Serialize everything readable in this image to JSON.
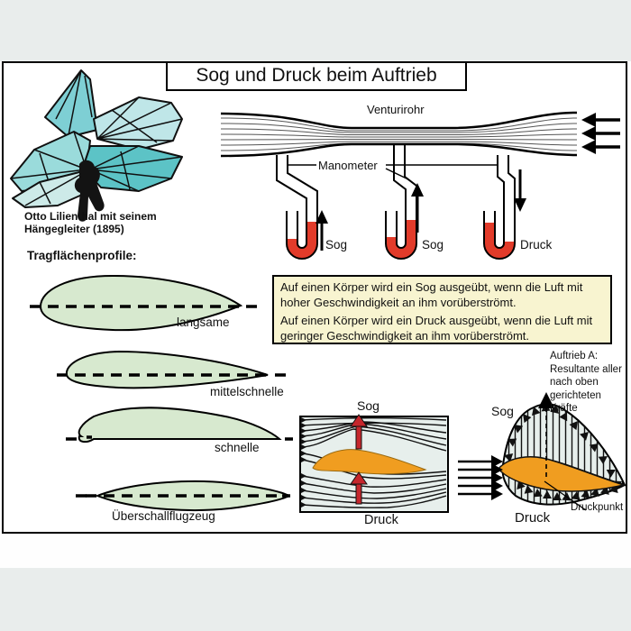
{
  "title": "Sog und Druck beim Auftrieb",
  "lilienthal": {
    "caption_line1": "Otto Lilienthal mit seinem",
    "caption_line2": "Hängegleiter (1895)"
  },
  "venturi": {
    "label": "Venturirohr",
    "manometer_label": "Manometer",
    "gauges": [
      {
        "label": "Sog"
      },
      {
        "label": "Sog"
      },
      {
        "label": "Druck"
      }
    ]
  },
  "profiles": {
    "heading": "Tragflächenprofile:",
    "items": [
      {
        "label": "langsame"
      },
      {
        "label": "mittelschnelle"
      },
      {
        "label": "schnelle"
      },
      {
        "label": "Überschallflugzeug"
      }
    ]
  },
  "infobox": {
    "sentences": [
      "Auf einen Körper wird ein Sog ausgeübt, wenn die Luft mit hoher Geschwindigkeit an ihm vorüberströmt.",
      "Auf einen Körper wird ein Druck ausgeübt, wenn die Luft mit geringer Geschwindigkeit an ihm vorüberströmt."
    ]
  },
  "flow_diagram": {
    "sog": "Sog",
    "druck": "Druck"
  },
  "pressure_diagram": {
    "note": [
      "Auftrieb A:",
      "Resultante aller",
      "nach oben",
      "gerichteten",
      "Kräfte"
    ],
    "sog": "Sog",
    "druck": "Druck",
    "druckpunkt": "Druckpunkt"
  },
  "colors": {
    "page_bg": "#e9edec",
    "manometer_red": "#e23b2a",
    "airfoil_orange": "#f09d20",
    "profile_green": "#d7e9cf",
    "infobox_bg": "#f8f4d0",
    "glider_teal": "#53b8b4",
    "arrow_red": "#c5262c"
  }
}
